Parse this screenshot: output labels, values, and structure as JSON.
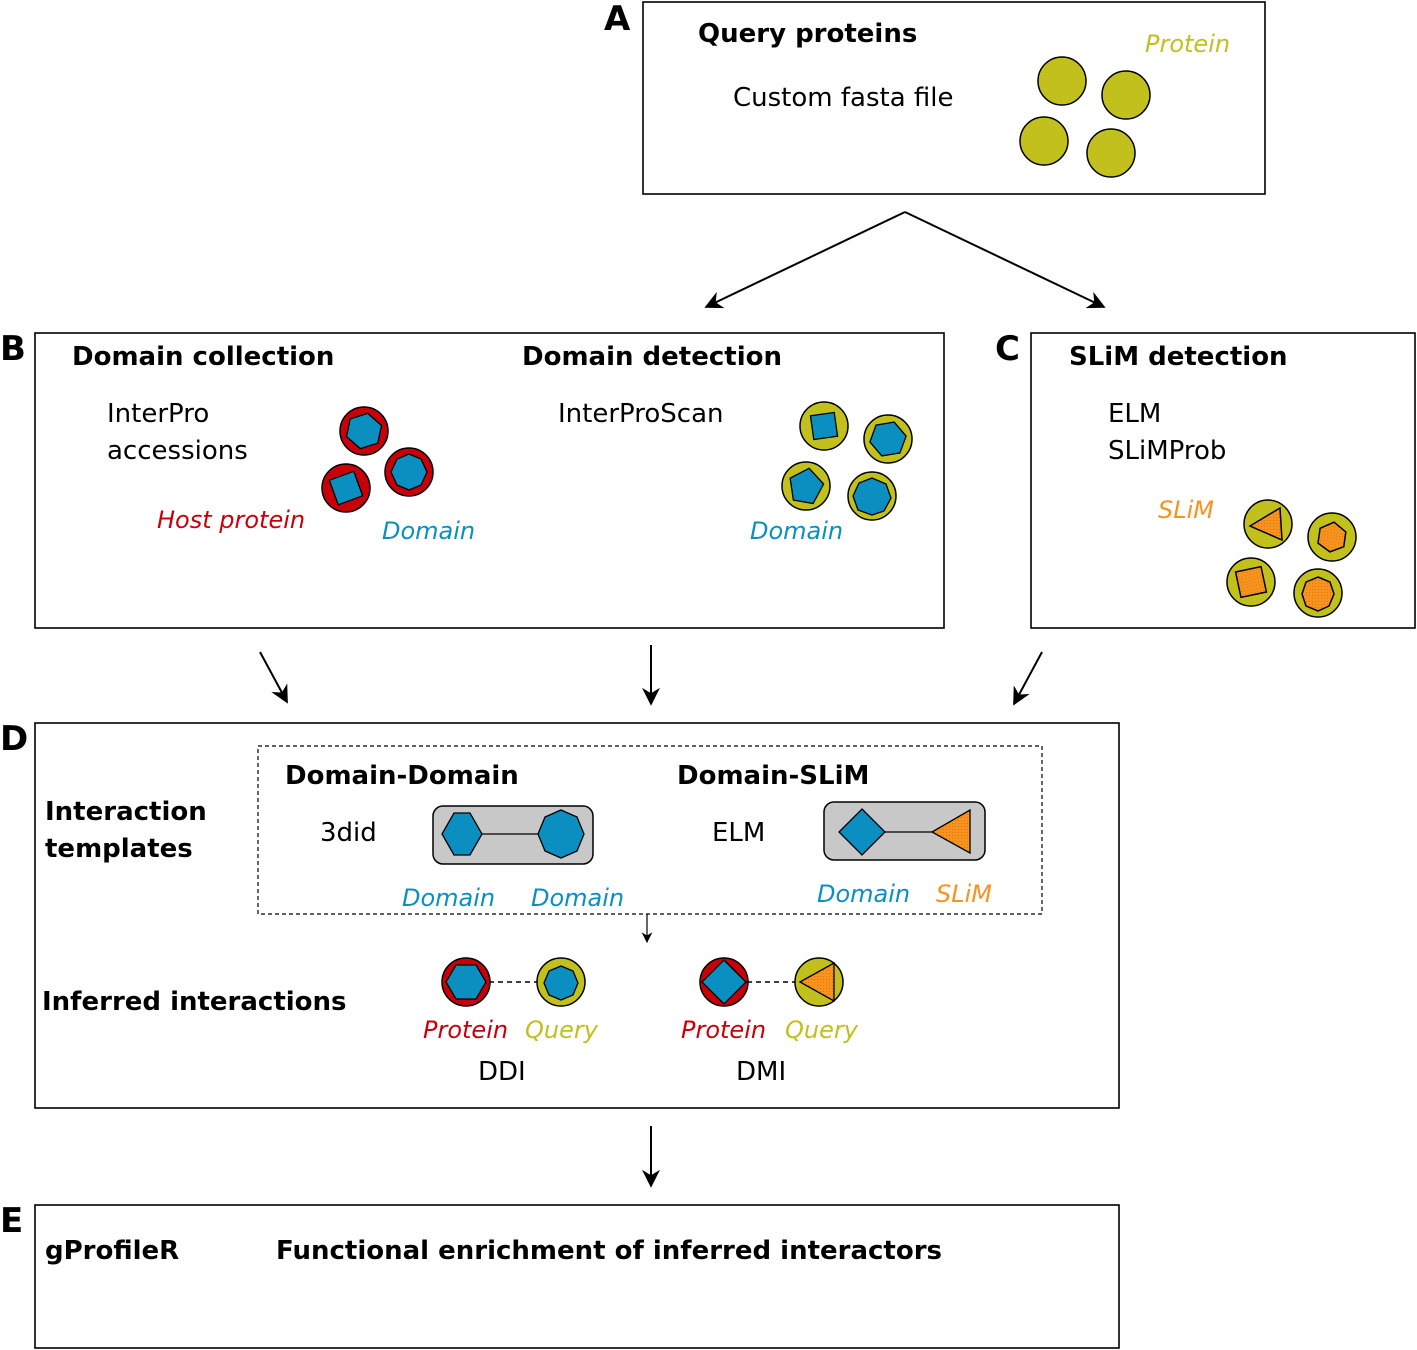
{
  "colors": {
    "protein_query": "#c2c01d",
    "host_protein": "#c8000a",
    "domain": "#0b8fc0",
    "slim": "#f7931e",
    "template_bg": "#c8c8c8"
  },
  "panels": {
    "A": {
      "letter": "A",
      "title": "Query proteins",
      "text": "Custom fasta file",
      "legend": "Protein"
    },
    "B": {
      "letter": "B",
      "collection": {
        "title": "Domain collection",
        "line1": "InterPro",
        "line2": "accessions",
        "legend_host": "Host protein",
        "legend_domain": "Domain"
      },
      "detection": {
        "title": "Domain detection",
        "text": "InterProScan",
        "legend_domain": "Domain"
      }
    },
    "C": {
      "letter": "C",
      "title": "SLiM detection",
      "line1": "ELM",
      "line2": "SLiMProb",
      "legend": "SLiM"
    },
    "D": {
      "letter": "D",
      "templates_label_1": "Interaction",
      "templates_label_2": "templates",
      "dd": {
        "title": "Domain-Domain",
        "source": "3did",
        "label_left": "Domain",
        "label_right": "Domain"
      },
      "ds": {
        "title": "Domain-SLiM",
        "source": "ELM",
        "label_left": "Domain",
        "label_right": "SLiM"
      },
      "inferred_label": "Inferred interactions",
      "ddi": {
        "left": "Protein",
        "right": "Query",
        "name": "DDI"
      },
      "dmi": {
        "left": "Protein",
        "right": "Query",
        "name": "DMI"
      }
    },
    "E": {
      "letter": "E",
      "tool": "gProfileR",
      "title": "Functional enrichment of inferred interactors"
    }
  }
}
